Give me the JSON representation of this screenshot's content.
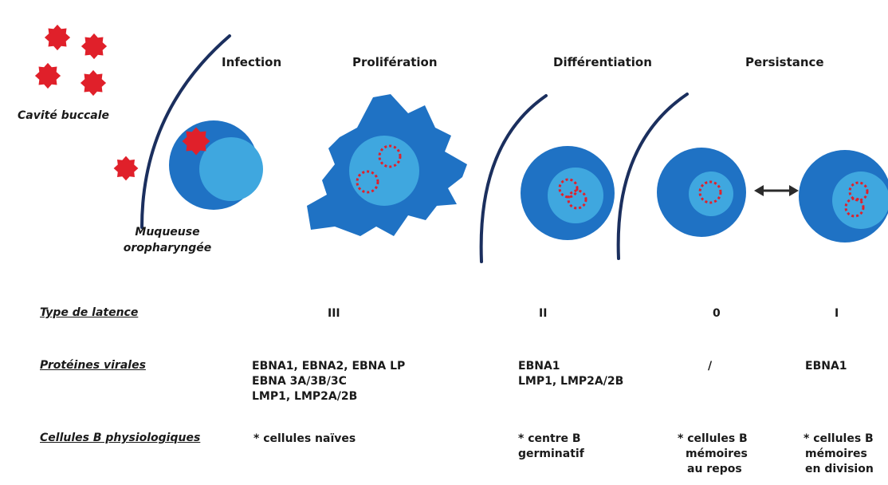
{
  "stages": [
    "Infection",
    "Prolifération",
    "Différentiation",
    "Persistance"
  ],
  "labels": {
    "oral_cavity": "Cavité buccale",
    "mucosa_line1": "Muqueuse",
    "mucosa_line2": "oropharyngée"
  },
  "table": {
    "row_headers": [
      "Type de latence",
      "Protéines virales",
      "Cellules B physiologiques"
    ],
    "latency": [
      "III",
      "II",
      "0",
      "I"
    ],
    "proteins": [
      [
        "EBNA1, EBNA2, EBNA LP",
        "EBNA 3A/3B/3C",
        "LMP1, LMP2A/2B"
      ],
      [
        "EBNA1",
        "LMP1, LMP2A/2B"
      ],
      [
        "/"
      ],
      [
        "EBNA1"
      ]
    ],
    "b_cells": [
      [
        "* cellules naïves"
      ],
      [
        "* centre B",
        "germinatif"
      ],
      [
        "* cellules B",
        "mémoires",
        "au repos"
      ],
      [
        "* cellules B",
        "mémoires",
        "en division"
      ]
    ]
  },
  "colors": {
    "cell_outer": "#1f72c4",
    "cell_inner": "#3fa7df",
    "virus": "#e0202a",
    "membrane": "#1b2f5e",
    "arrow": "#2b2b2b"
  }
}
